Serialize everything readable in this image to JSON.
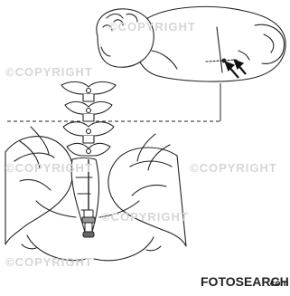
{
  "figure": {
    "watermark_text": "©COPYRIGHT",
    "brand": "FOTOSEARCH",
    "brand_suffix": ".com"
  }
}
